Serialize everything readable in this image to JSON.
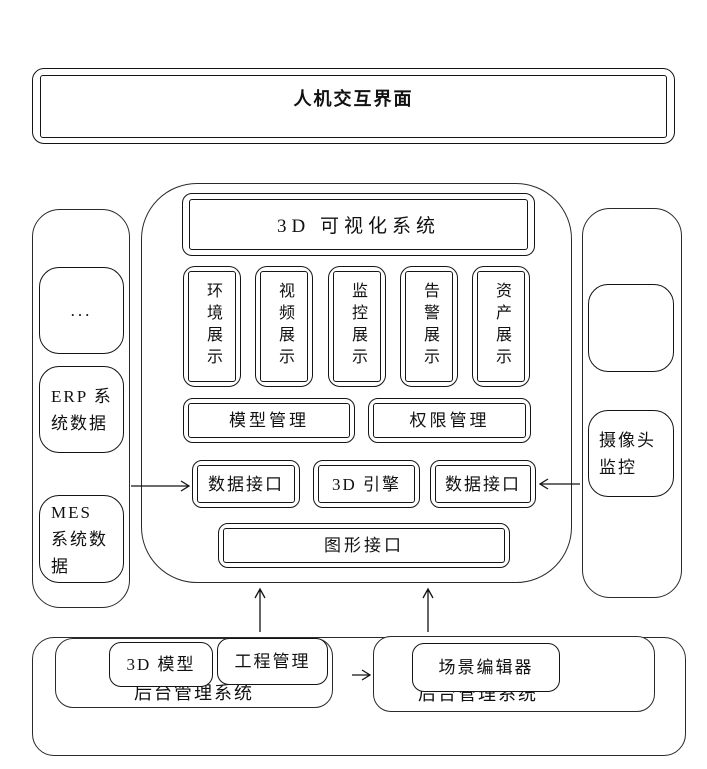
{
  "colors": {
    "ink": "#141414",
    "background": "#ffffff"
  },
  "top": {
    "title": "人机交互界面"
  },
  "left_panel": {
    "items": [
      {
        "label": "..."
      },
      {
        "label": "ERP 系统数据"
      },
      {
        "label": "MES 系统数据"
      }
    ]
  },
  "center": {
    "title": "3D 可视化系统",
    "display_modules": [
      "环境展示",
      "视频展示",
      "监控展示",
      "告警展示",
      "资产展示"
    ],
    "management_modules": [
      "模型管理",
      "权限管理"
    ],
    "interface_row": [
      "数据接口",
      "3D 引擎",
      "数据接口"
    ],
    "graphics_interface": "图形接口"
  },
  "right_panel": {
    "camera_label": "摄像头监控"
  },
  "bottom": {
    "systems": [
      {
        "label": "后台管理系统",
        "modules": [
          "3D 模型",
          "工程管理"
        ]
      },
      {
        "label": "后台管理系统",
        "modules": [
          "场景编辑器"
        ]
      }
    ]
  }
}
